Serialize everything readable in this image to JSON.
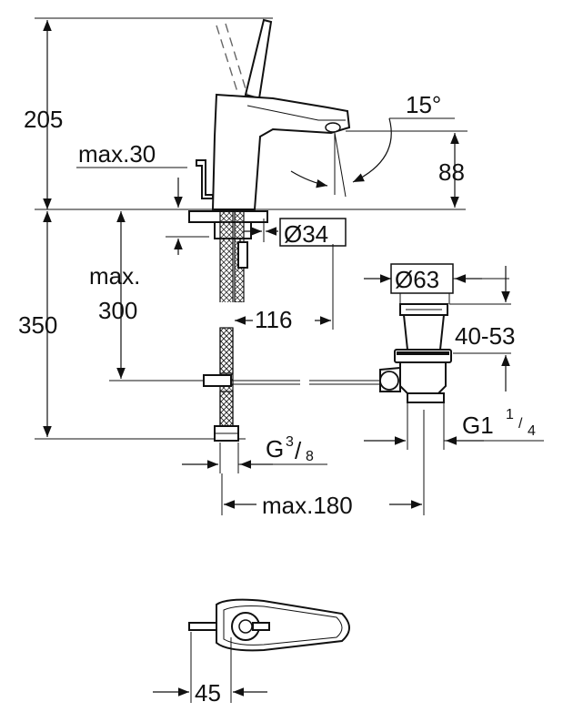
{
  "dimensions": {
    "d205": "205",
    "d15deg": "15°",
    "max30": "max.30",
    "d88": "88",
    "d34": "Ø34",
    "d63": "Ø63",
    "max300_line1": "max.",
    "max300_line2": "300",
    "d350": "350",
    "d116": "116",
    "d40_53": "40-53",
    "g1_main": "G1",
    "g1_frac_num": "1",
    "g1_frac_den": "4",
    "g38_main": "G",
    "g38_frac_num": "3",
    "g38_frac_den": "8",
    "max180": "max.180",
    "d45": "45"
  },
  "colors": {
    "line": "#111111",
    "background": "#ffffff"
  }
}
